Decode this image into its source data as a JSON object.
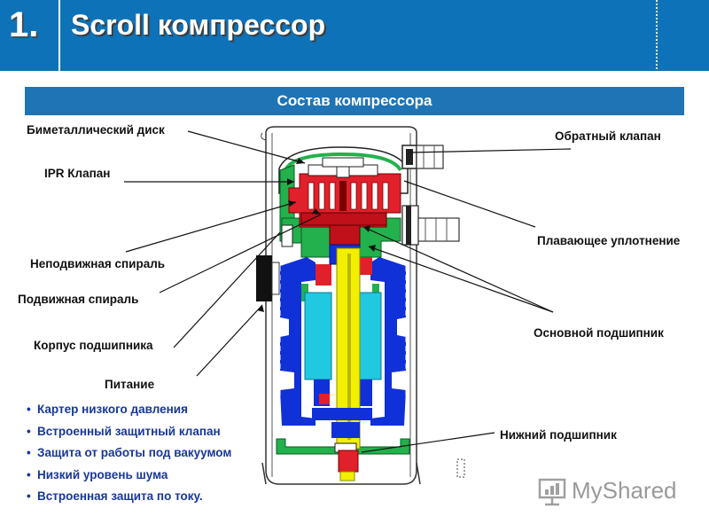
{
  "header": {
    "number": "1.",
    "title": "Scroll компрессор"
  },
  "section": {
    "title": "Состав компрессора"
  },
  "labels": {
    "bimetal_disc": "Биметаллический диск",
    "ipr_valve": "IPR Клапан",
    "fixed_scroll": "Неподвижная спираль",
    "orbiting_scroll": "Подвижная спираль",
    "bearing_housing": "Корпус подшипника",
    "power": "Питание",
    "check_valve": "Обратный клапан",
    "floating_seal": "Плавающее уплотнение",
    "main_bearing": "Основной подшипник",
    "lower_bearing": "Нижний подшипник"
  },
  "features": [
    "Картер низкого давления",
    "Встроенный защитный клапан",
    "Защита от работы под вакуумом",
    "Низкий уровень шума",
    "Встроенная защита по току."
  ],
  "logo": {
    "text": "MyShared"
  },
  "colors": {
    "header": "#0e72b8",
    "section_bar": "#1f74b6",
    "feature_text": "#17379a",
    "scroll_red": "#e0202a",
    "frame_green": "#22b14c",
    "stator_blue": "#1030d8",
    "rotor_cyan": "#20c8e0",
    "shaft_yellow": "#f2f000"
  }
}
